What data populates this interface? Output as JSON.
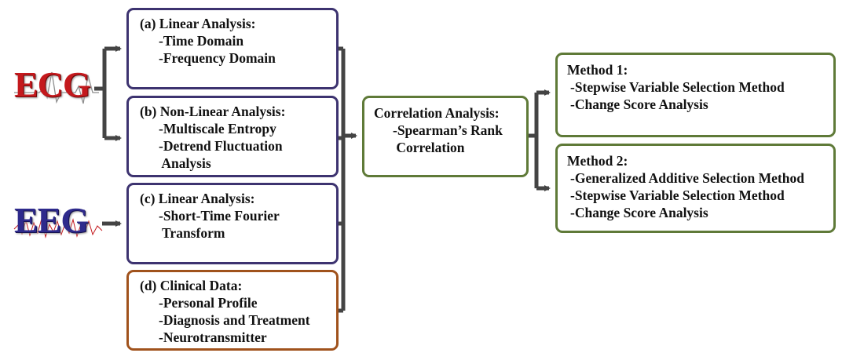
{
  "logos": {
    "ecg": "ECG",
    "eeg": "EEG"
  },
  "boxes": {
    "a": {
      "title": "(a) Linear Analysis:",
      "items": [
        "-Time Domain",
        "-Frequency Domain"
      ]
    },
    "b": {
      "title": "(b) Non-Linear Analysis:",
      "items": [
        "-Multiscale Entropy",
        "-Detrend Fluctuation",
        " Analysis"
      ]
    },
    "c": {
      "title": "(c) Linear Analysis:",
      "items": [
        "-Short-Time Fourier",
        " Transform"
      ]
    },
    "d": {
      "title": "(d) Clinical Data:",
      "items": [
        "-Personal Profile",
        "-Diagnosis and Treatment",
        "-Neurotransmitter"
      ]
    },
    "corr": {
      "title": "Correlation Analysis:",
      "items": [
        "-Spearman’s Rank",
        " Correlation"
      ]
    },
    "m1": {
      "title": "Method 1:",
      "items": [
        "-Stepwise Variable Selection Method",
        "-Change Score Analysis"
      ]
    },
    "m2": {
      "title": "Method 2:",
      "items": [
        "-Generalized Additive Selection Method",
        "-Stepwise Variable Selection Method",
        "-Change Score Analysis"
      ]
    }
  },
  "colors": {
    "purple_border": "#3d3370",
    "brown_border": "#a0521c",
    "green_border": "#5f7a38",
    "connector": "#444444",
    "ecg_red": "#c4191d",
    "eeg_blue": "#2e2a8c"
  }
}
